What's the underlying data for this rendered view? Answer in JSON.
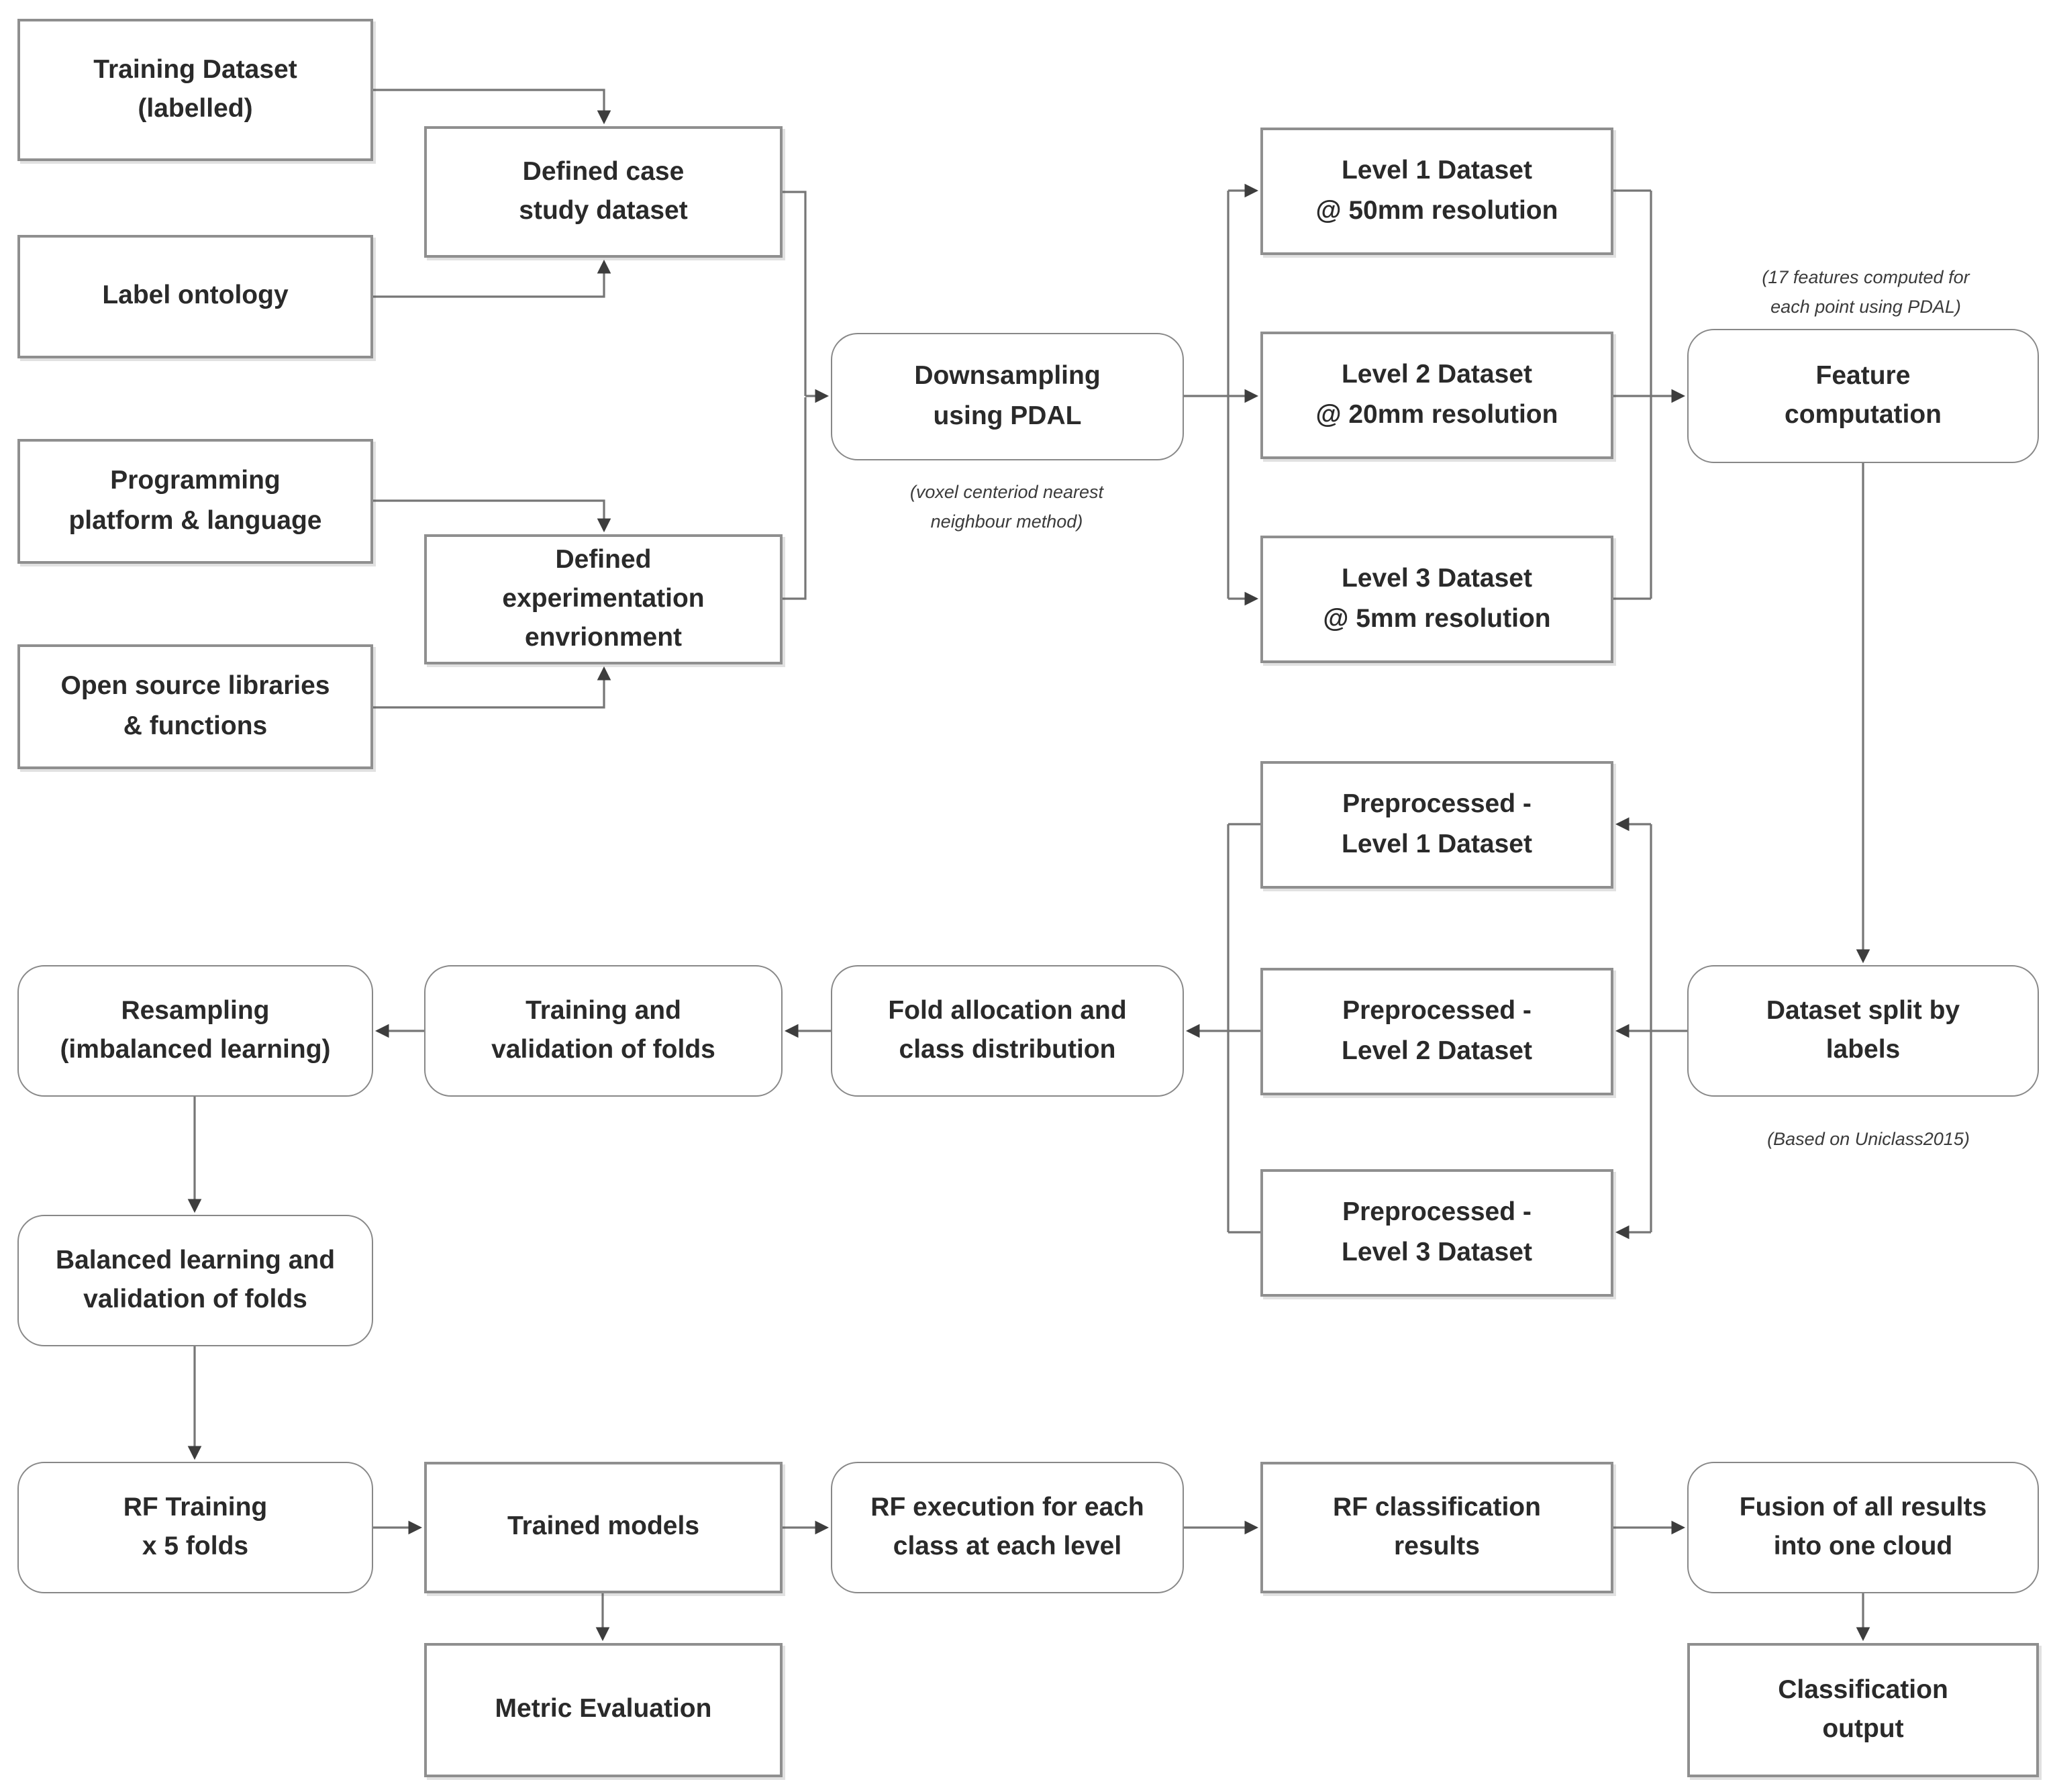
{
  "nodes": {
    "training_dataset": {
      "label": "Training Dataset\n(labelled)"
    },
    "label_ontology": {
      "label": "Label ontology"
    },
    "programming_platform": {
      "label": "Programming\nplatform & language"
    },
    "open_source_libraries": {
      "label": "Open source libraries\n& functions"
    },
    "defined_case_study": {
      "label": "Defined case\nstudy dataset"
    },
    "defined_experimentation": {
      "label": "Defined\nexperimentation\nenvrionment"
    },
    "downsampling": {
      "label": "Downsampling\nusing PDAL"
    },
    "level_1": {
      "label": "Level 1 Dataset\n@ 50mm resolution"
    },
    "level_2": {
      "label": "Level 2 Dataset\n@ 20mm resolution"
    },
    "level_3": {
      "label": "Level 3 Dataset\n@ 5mm resolution"
    },
    "feature_computation": {
      "label": "Feature\ncomputation"
    },
    "dataset_split": {
      "label": "Dataset split by\nlabels"
    },
    "preprocessed_1": {
      "label": "Preprocessed -\nLevel 1 Dataset"
    },
    "preprocessed_2": {
      "label": "Preprocessed -\nLevel 2 Dataset"
    },
    "preprocessed_3": {
      "label": "Preprocessed -\nLevel 3 Dataset"
    },
    "fold_allocation": {
      "label": "Fold allocation and\nclass distribution"
    },
    "training_validation": {
      "label": "Training and\nvalidation of folds"
    },
    "resampling": {
      "label": "Resampling\n(imbalanced learning)"
    },
    "balanced_learning": {
      "label": "Balanced learning and\nvalidation of folds"
    },
    "rf_training": {
      "label": "RF Training\nx 5 folds"
    },
    "trained_models": {
      "label": "Trained models"
    },
    "rf_execution": {
      "label": "RF execution for each\nclass at each level"
    },
    "rf_classification": {
      "label": "RF classification\nresults"
    },
    "fusion": {
      "label": "Fusion of all results\ninto one cloud"
    },
    "metric_evaluation": {
      "label": "Metric Evaluation"
    },
    "classification_output": {
      "label": "Classification\noutput"
    }
  },
  "annotations": {
    "features_note": "(17 features computed for\neach point using PDAL)",
    "voxel_note": "(voxel centeriod nearest\nneighbour method)",
    "uniclass_note": "(Based on Uniclass2015)"
  },
  "colors": {
    "background": "#ffffff",
    "box_border": "#8f8f8f",
    "connector": "#767676",
    "arrowhead": "#3d3d3d",
    "text": "#2a2a2a"
  },
  "edges": [
    {
      "from": "training_dataset",
      "to": "defined_case_study"
    },
    {
      "from": "label_ontology",
      "to": "defined_case_study"
    },
    {
      "from": "programming_platform",
      "to": "defined_experimentation"
    },
    {
      "from": "open_source_libraries",
      "to": "defined_experimentation"
    },
    {
      "from": "defined_case_study",
      "to": "downsampling"
    },
    {
      "from": "defined_experimentation",
      "to": "downsampling"
    },
    {
      "from": "downsampling",
      "to": "level_1"
    },
    {
      "from": "downsampling",
      "to": "level_2"
    },
    {
      "from": "downsampling",
      "to": "level_3"
    },
    {
      "from": "level_1",
      "to": "feature_computation"
    },
    {
      "from": "level_2",
      "to": "feature_computation"
    },
    {
      "from": "level_3",
      "to": "feature_computation"
    },
    {
      "from": "feature_computation",
      "to": "dataset_split"
    },
    {
      "from": "dataset_split",
      "to": "preprocessed_1"
    },
    {
      "from": "dataset_split",
      "to": "preprocessed_2"
    },
    {
      "from": "dataset_split",
      "to": "preprocessed_3"
    },
    {
      "from": "preprocessed_1",
      "to": "fold_allocation"
    },
    {
      "from": "preprocessed_2",
      "to": "fold_allocation"
    },
    {
      "from": "preprocessed_3",
      "to": "fold_allocation"
    },
    {
      "from": "fold_allocation",
      "to": "training_validation"
    },
    {
      "from": "training_validation",
      "to": "resampling"
    },
    {
      "from": "resampling",
      "to": "balanced_learning"
    },
    {
      "from": "balanced_learning",
      "to": "rf_training"
    },
    {
      "from": "rf_training",
      "to": "trained_models"
    },
    {
      "from": "trained_models",
      "to": "rf_execution"
    },
    {
      "from": "trained_models",
      "to": "metric_evaluation"
    },
    {
      "from": "rf_execution",
      "to": "rf_classification"
    },
    {
      "from": "rf_classification",
      "to": "fusion"
    },
    {
      "from": "fusion",
      "to": "classification_output"
    }
  ]
}
